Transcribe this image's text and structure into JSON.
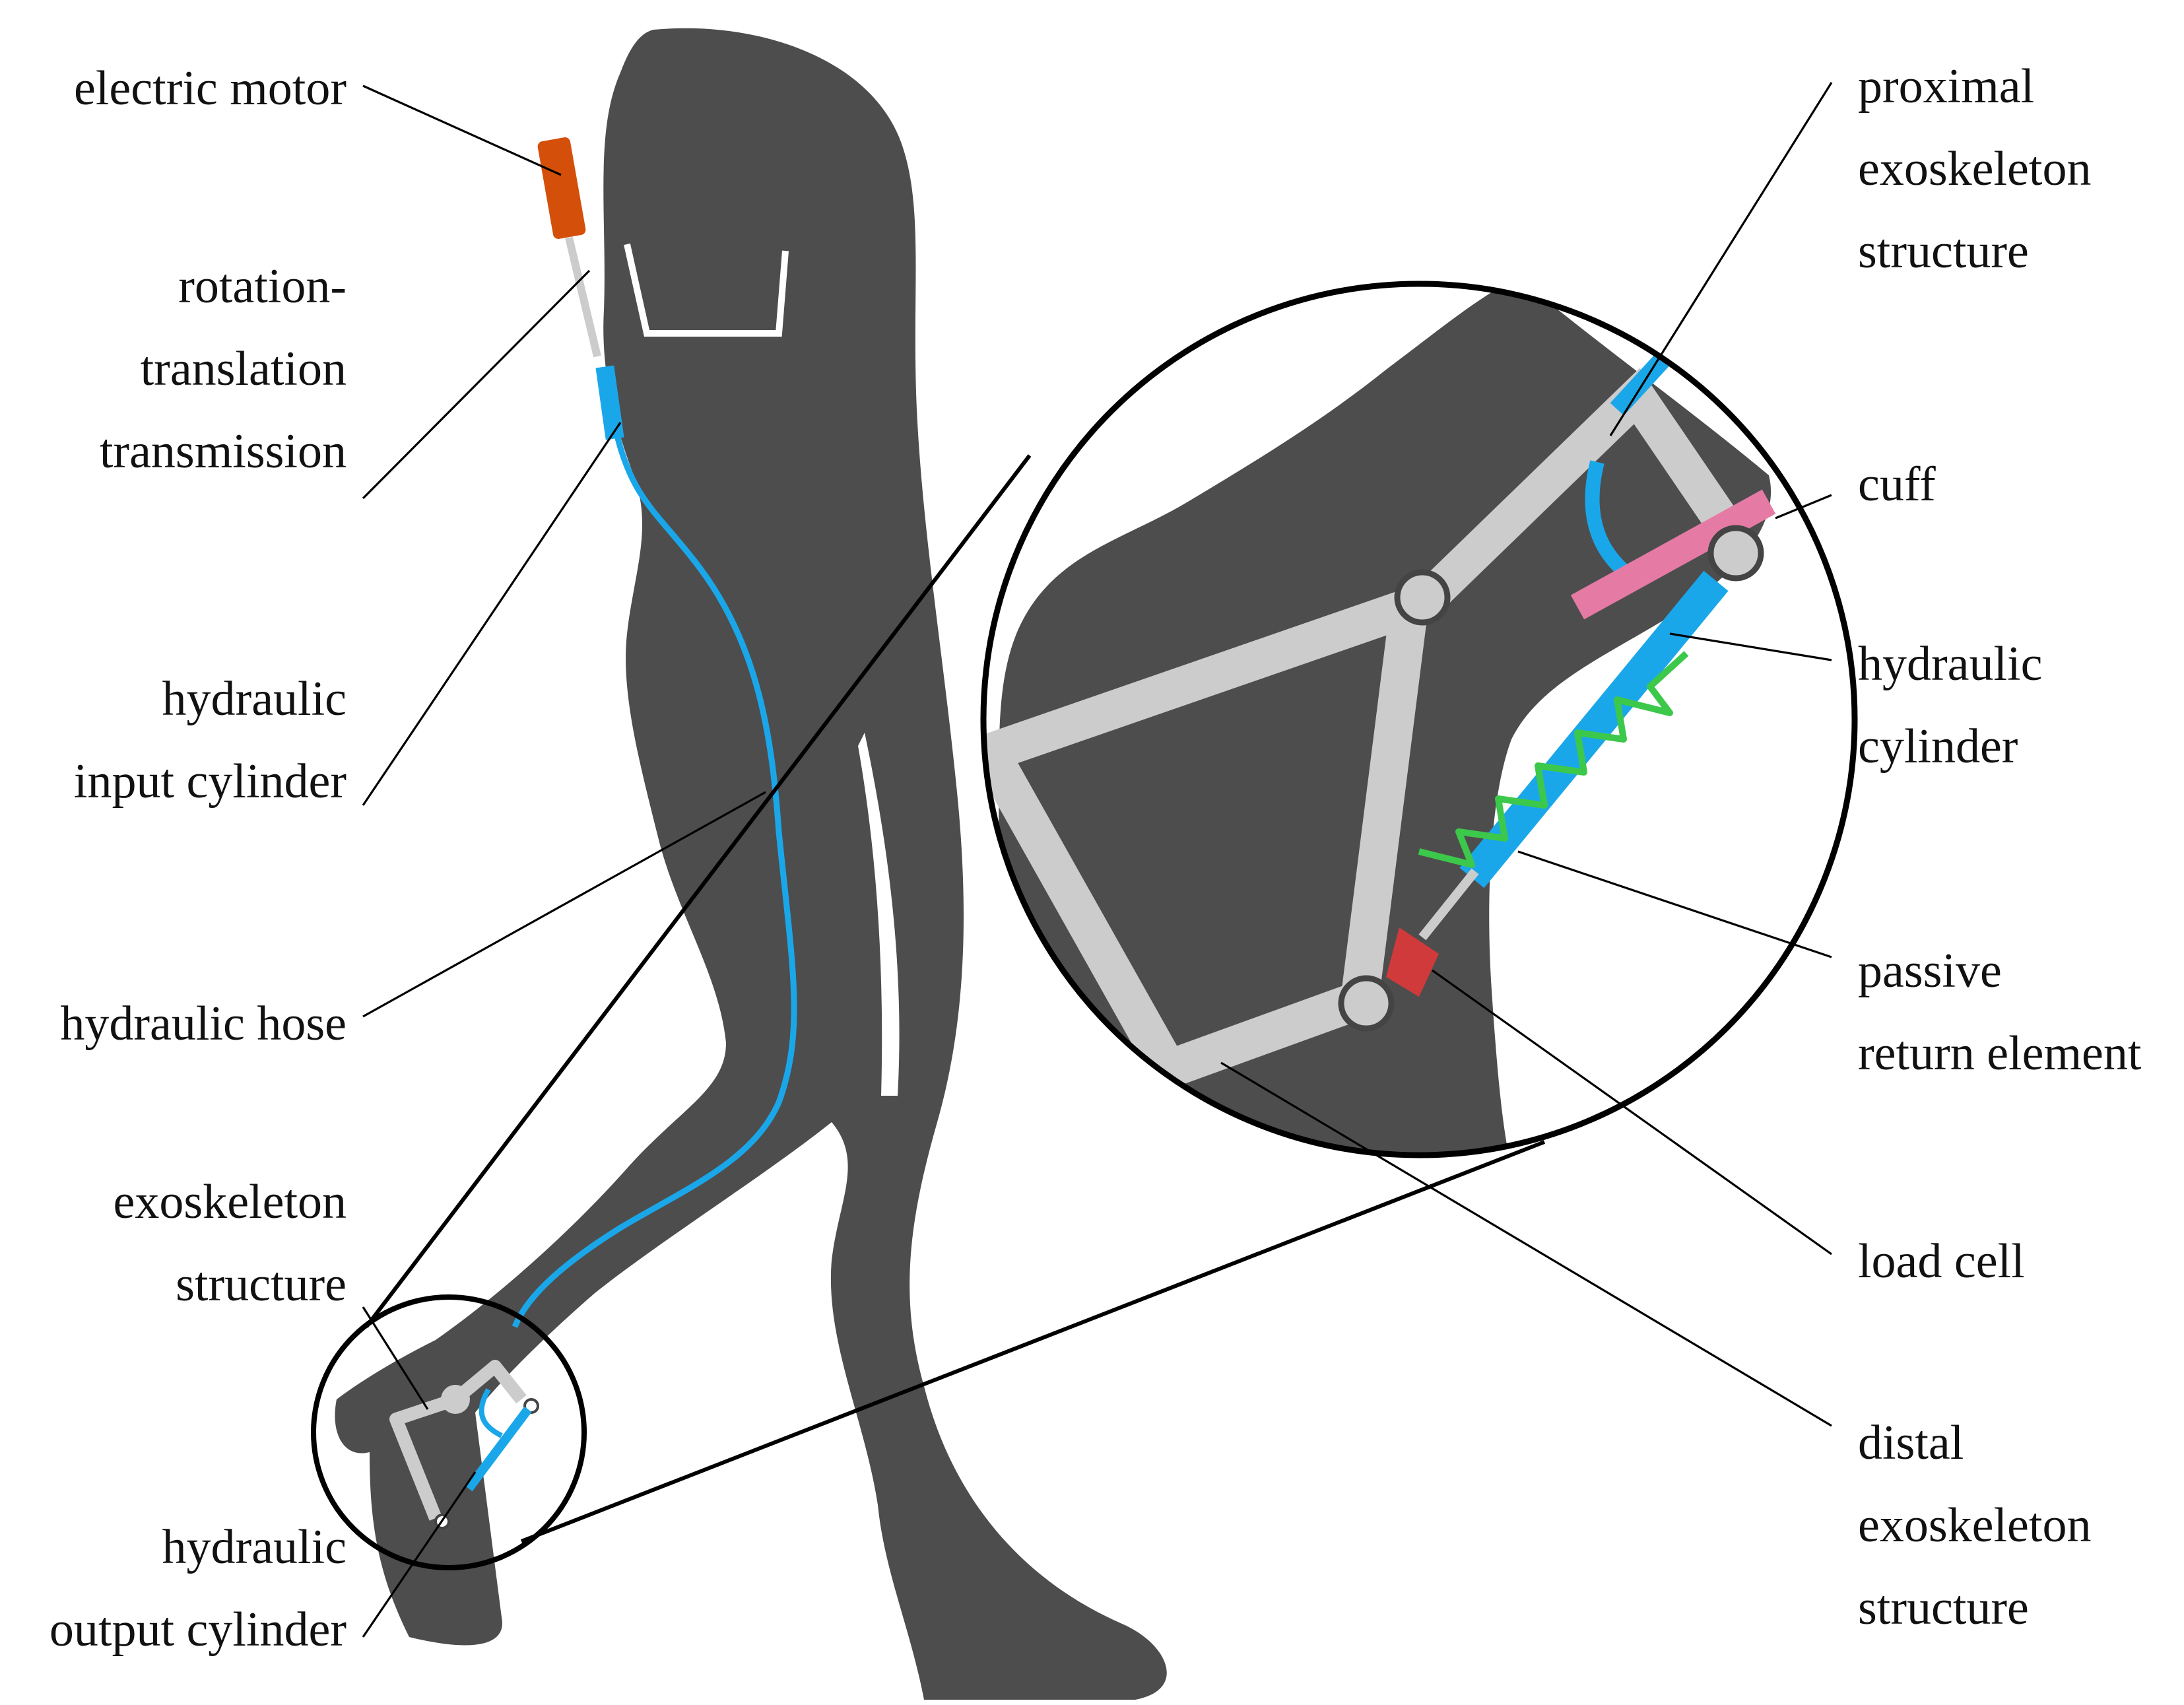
{
  "labels_left": {
    "electric_motor": "electric motor",
    "rot_line1": "rotation-",
    "rot_line2": "translation",
    "rot_line3": "transmission",
    "hin_line1": "hydraulic",
    "hin_line2": "input cylinder",
    "hose": "hydraulic hose",
    "exo_line1": "exoskeleton",
    "exo_line2": "structure",
    "hout_line1": "hydraulic",
    "hout_line2": "output cylinder"
  },
  "labels_right": {
    "prox_line1": "proximal",
    "prox_line2": "exoskeleton",
    "prox_line3": "structure",
    "cuff": "cuff",
    "hcyl_line1": "hydraulic",
    "hcyl_line2": "cylinder",
    "pass_line1": "passive",
    "pass_line2": "return element",
    "load_cell": "load cell",
    "dist_line1": "distal",
    "dist_line2": "exoskeleton",
    "dist_line3": "structure"
  },
  "colors": {
    "body": "#4d4d4d",
    "frame": "#cccccc",
    "hydraulic": "#1aa7ea",
    "motor": "#d4500a",
    "cuff": "#e57aa5",
    "spring": "#3cc84a",
    "load_cell": "#d03a3a",
    "joint_ring": "#444444"
  }
}
